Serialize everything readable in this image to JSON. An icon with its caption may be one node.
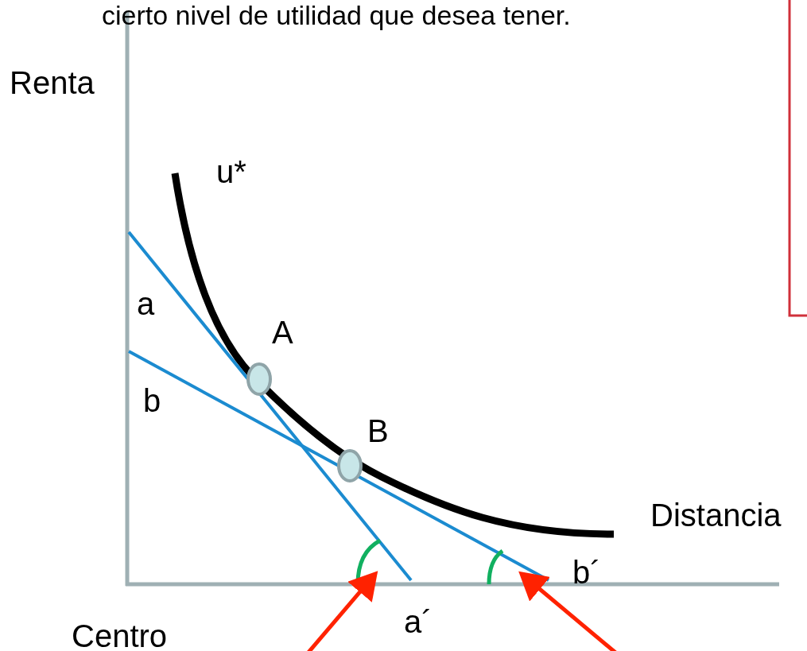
{
  "diagram": {
    "labels": [
      "cierto nivel de utilidad que desea tener.",
      "Renta",
      "u*",
      "a",
      "A",
      "b",
      "B",
      "Distancia",
      "b´",
      "a´",
      "Centro"
    ]
  }
}
